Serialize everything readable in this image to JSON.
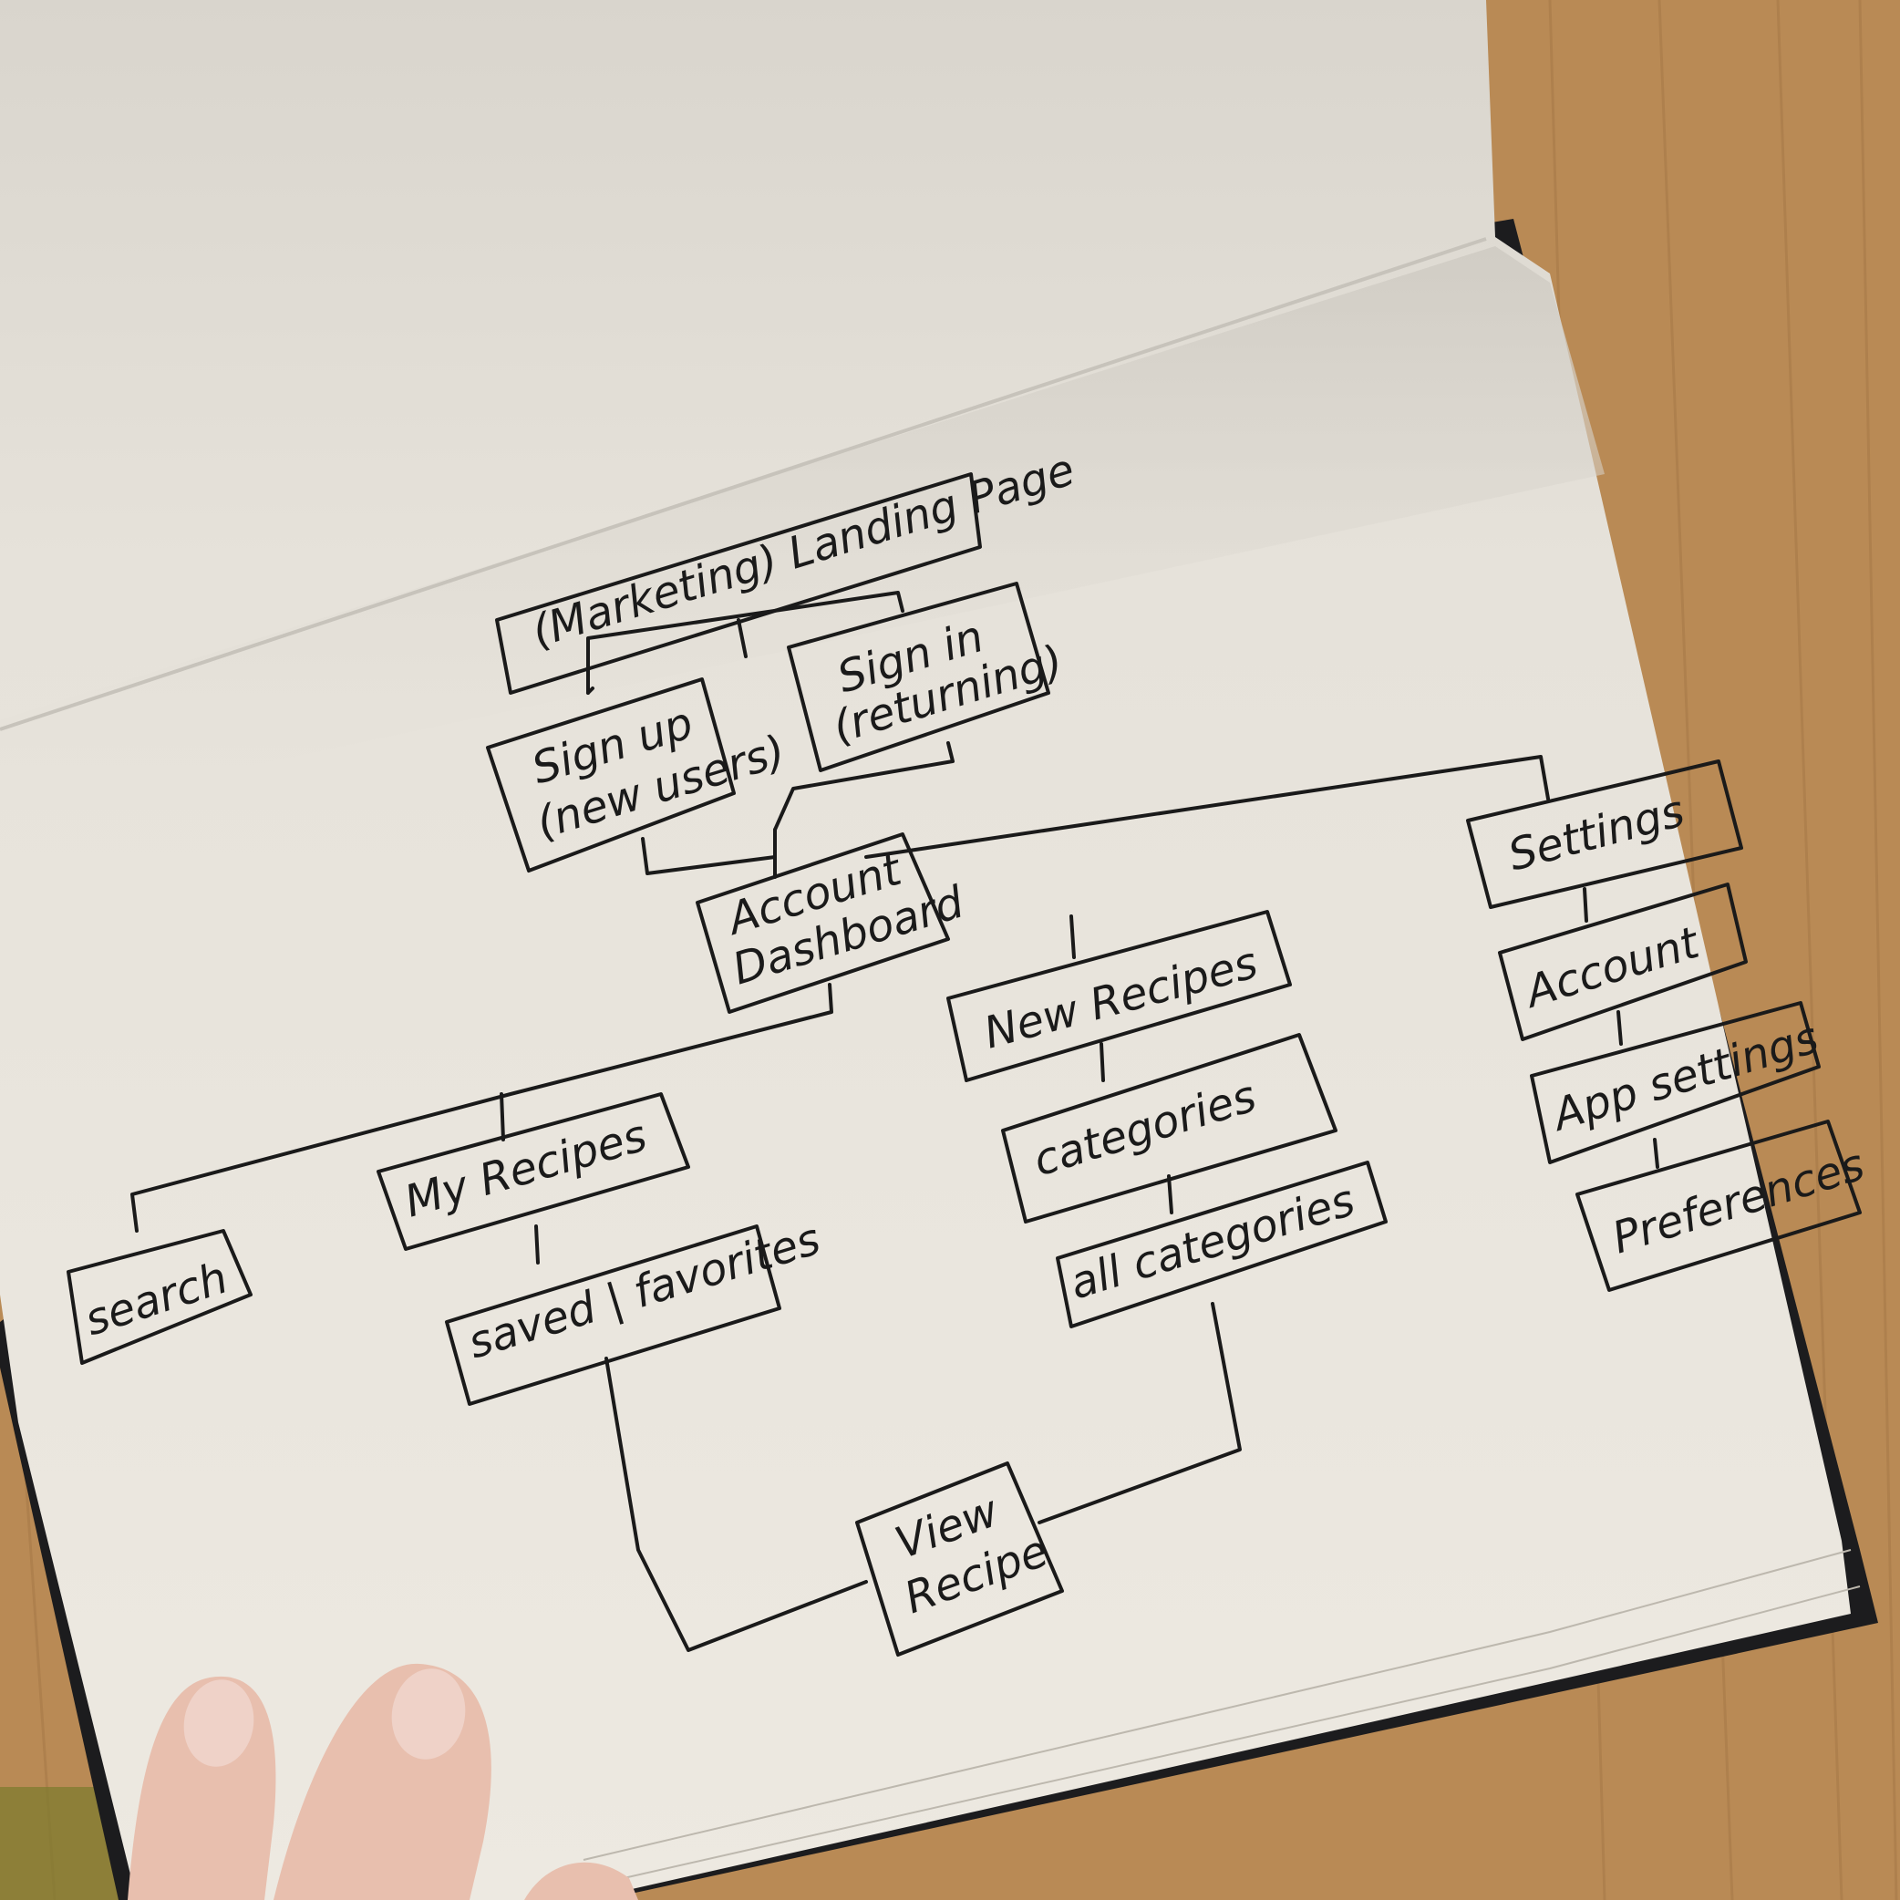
{
  "colors": {
    "desk": "#b98a55",
    "desk_grain": "#a87a48",
    "page_top": "#dedad2",
    "page_bottom": "#ece8e0",
    "ink": "#1a1a1a",
    "cover": "#1c1c1e",
    "skin": "#e8bfae"
  },
  "diagram": {
    "nodes": {
      "landing": {
        "line1": "(Marketing) Landing Page",
        "line2": ""
      },
      "signup": {
        "line1": "Sign up",
        "line2": "(new users)"
      },
      "signin": {
        "line1": "Sign in",
        "line2": "(returning)"
      },
      "dashboard": {
        "line1": "Account",
        "line2": "Dashboard"
      },
      "settings": {
        "line1": "Settings",
        "line2": ""
      },
      "account": {
        "line1": "Account",
        "line2": ""
      },
      "app_settings": {
        "line1": "App settings",
        "line2": ""
      },
      "preferences": {
        "line1": "Preferences",
        "line2": ""
      },
      "new_recipes": {
        "line1": "New Recipes",
        "line2": ""
      },
      "categories": {
        "line1": "categories",
        "line2": ""
      },
      "all_categories": {
        "line1": "all categories",
        "line2": ""
      },
      "my_recipes": {
        "line1": "My Recipes",
        "line2": ""
      },
      "saved_favorites": {
        "line1": "saved | favorites",
        "line2": ""
      },
      "search": {
        "line1": "search",
        "line2": ""
      },
      "view_recipe": {
        "line1": "View",
        "line2": "Recipe"
      }
    }
  }
}
